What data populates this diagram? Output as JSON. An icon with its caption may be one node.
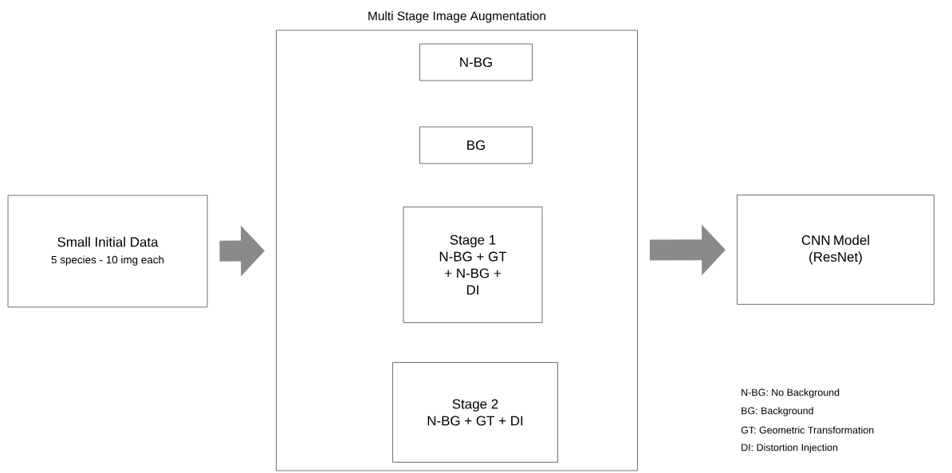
{
  "diagram": {
    "nodes": [
      {
        "text": [
          "Small Initial Data",
          "5 species - 10 img each"
        ]
      },
      {
        "text": [
          "Multi Stage Image Augmentation"
        ]
      },
      {
        "text": [
          "N-BG"
        ],
        "in": 1
      },
      {
        "text": [
          "BG"
        ],
        "in": 1
      },
      {
        "text": [
          "Stage 1",
          "N-BG + GT + N-BG + DI"
        ],
        "in": 1
      },
      {
        "text": [
          "Stage 2",
          "N-BG + GT + DI"
        ],
        "in": 1
      },
      {
        "text": [
          "CNN Model (ResNet)"
        ]
      }
    ],
    "edges": [
      {
        "from": 0,
        "to": 1,
        "arrow": "to"
      },
      {
        "from": 1,
        "to": 6,
        "arrow": "to"
      }
    ],
    "labels": [
      "N-BG: No Background",
      "BG: Background",
      "GT: Geometric Transformation",
      "DI: Distortion Injection"
    ]
  }
}
